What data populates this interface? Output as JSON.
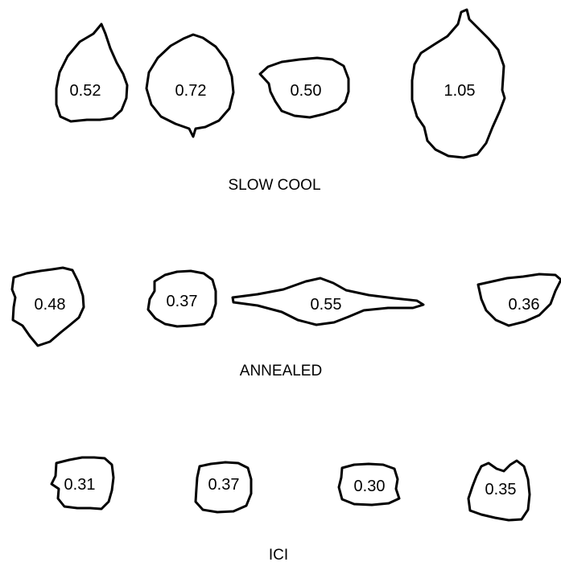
{
  "groups": [
    {
      "caption": "SLOW COOL",
      "particles": [
        "0.52",
        "0.72",
        "0.50",
        "1.05"
      ]
    },
    {
      "caption": "ANNEALED",
      "particles": [
        "0.48",
        "0.37",
        "0.55",
        "0.36"
      ]
    },
    {
      "caption": "ICI",
      "particles": [
        "0.31",
        "0.37",
        "0.30",
        "0.35"
      ]
    }
  ]
}
